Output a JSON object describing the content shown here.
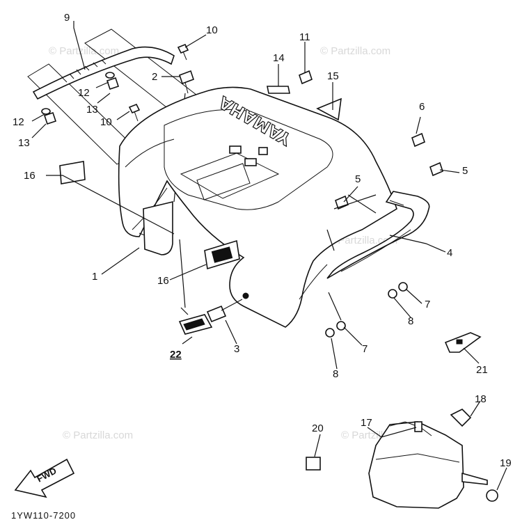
{
  "diagram": {
    "callouts": [
      {
        "id": "c9",
        "text": "9"
      },
      {
        "id": "c10a",
        "text": "10"
      },
      {
        "id": "c2",
        "text": "2"
      },
      {
        "id": "c12a",
        "text": "12"
      },
      {
        "id": "c13a",
        "text": "13"
      },
      {
        "id": "c10b",
        "text": "10"
      },
      {
        "id": "c12b",
        "text": "12"
      },
      {
        "id": "c13b",
        "text": "13"
      },
      {
        "id": "c11",
        "text": "11"
      },
      {
        "id": "c14",
        "text": "14"
      },
      {
        "id": "c15",
        "text": "15"
      },
      {
        "id": "c6",
        "text": "6"
      },
      {
        "id": "c16a",
        "text": "16"
      },
      {
        "id": "c5a",
        "text": "5"
      },
      {
        "id": "c5b",
        "text": "5"
      },
      {
        "id": "c4",
        "text": "4"
      },
      {
        "id": "c1",
        "text": "1"
      },
      {
        "id": "c16b",
        "text": "16"
      },
      {
        "id": "c7a",
        "text": "7"
      },
      {
        "id": "c8a",
        "text": "8"
      },
      {
        "id": "c3",
        "text": "3"
      },
      {
        "id": "c22",
        "text": "22"
      },
      {
        "id": "c7b",
        "text": "7"
      },
      {
        "id": "c8b",
        "text": "8"
      },
      {
        "id": "c21",
        "text": "21"
      },
      {
        "id": "c18",
        "text": "18"
      },
      {
        "id": "c20",
        "text": "20"
      },
      {
        "id": "c17",
        "text": "17"
      },
      {
        "id": "c19",
        "text": "19"
      }
    ],
    "fender_text": "YAMAHA",
    "fwd_label": "FWD",
    "diagram_code": "1YW110-7200",
    "watermark": "© Partzilla.com"
  }
}
